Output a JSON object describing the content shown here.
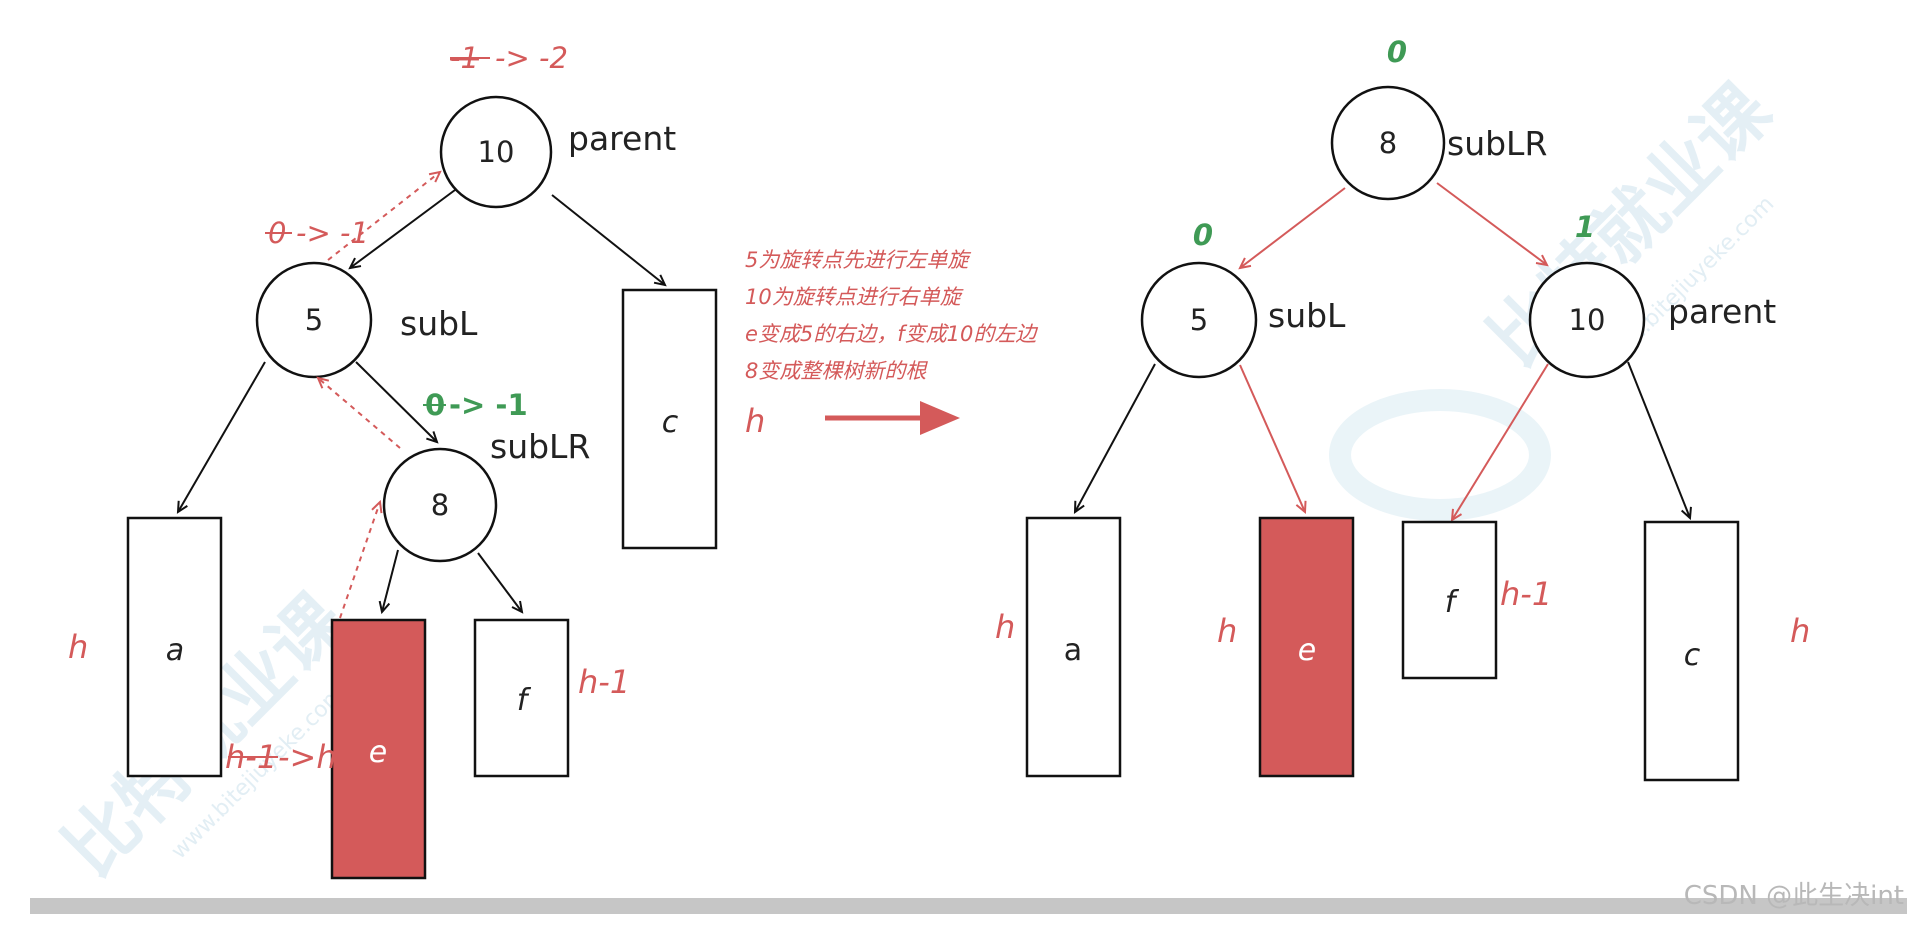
{
  "before": {
    "parent_bf": "-1 -> -2",
    "parent_bf_struck": "-1",
    "parent_bf_new": "-> -2",
    "parent_value": "10",
    "parent_label": "parent",
    "subL_bf_struck": "0",
    "subL_bf_new": "-> -1",
    "subL_value": "5",
    "subL_label": "subL",
    "subLR_bf_struck": "0",
    "subLR_bf_new": "-> -1",
    "subLR_value": "8",
    "subLR_label": "subLR",
    "box_a": "a",
    "box_c": "c",
    "box_e": "e",
    "box_f": "f",
    "a_height": "h",
    "c_height": "h",
    "e_height_struck": "h-1",
    "e_height_new": "->h",
    "f_height": "h-1"
  },
  "notes": [
    "5为旋转点先进行左单旋",
    "10为旋转点进行右单旋",
    "e变成5的右边，f变成10的左边",
    "8变成整棵树新的根"
  ],
  "after": {
    "root_bf": "0",
    "root_value": "8",
    "root_label": "subLR",
    "left_bf": "0",
    "left_value": "5",
    "left_label": "subL",
    "right_bf": "1",
    "right_value": "10",
    "right_label": "parent",
    "box_a": "a",
    "box_e": "e",
    "box_f": "f",
    "box_c": "c",
    "a_height": "h",
    "e_height": "h",
    "f_height": "h-1",
    "c_height": "h"
  },
  "watermark": {
    "brand": "比特就业课",
    "url": "www.bitejiuyeke.com"
  },
  "footer": "CSDN @此生决int",
  "colors": {
    "highlight_red": "#d45a5a",
    "balance_green": "#3f9a55",
    "node_stroke": "#111111",
    "footer_bar": "#c6c6c6"
  }
}
